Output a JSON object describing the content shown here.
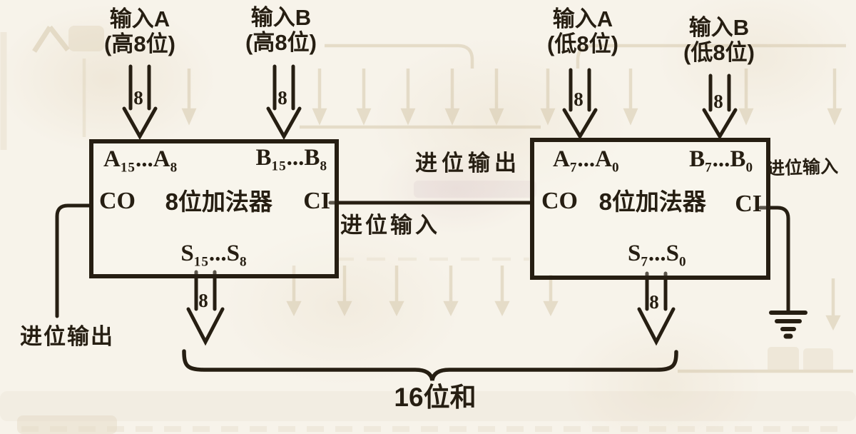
{
  "diagram_title": "16-bit adder from two cascaded 8-bit adders",
  "colors": {
    "ink": "#261e12",
    "paper": "#f7f3ea",
    "ghost_bleed": "#d3c4a6"
  },
  "inputs": [
    {
      "name": "输入A",
      "range": "(高8位)",
      "bus": "8"
    },
    {
      "name": "输入B",
      "range": "(高8位)",
      "bus": "8"
    },
    {
      "name": "输入A",
      "range": "(低8位)",
      "bus": "8"
    },
    {
      "name": "输入B",
      "range": "(低8位)",
      "bus": "8"
    }
  ],
  "adders": [
    {
      "pin_a": "A{15}...A{8}",
      "pin_b": "B{15}...B{8}",
      "carry_out_pin": "CO",
      "label": "8位加法器",
      "carry_in_pin": "CI",
      "pin_s": "S{15}...S{8}",
      "sum_bus": "8"
    },
    {
      "pin_a": "A{7}...A{0}",
      "pin_b": "B{7}...B{0}",
      "carry_out_pin": "CO",
      "label": "8位加法器",
      "carry_in_pin": "CI",
      "pin_s": "S{7}...S{0}",
      "sum_bus": "8"
    }
  ],
  "wires": {
    "carry_out_label_mid": "进位输出",
    "carry_in_label_mid": "进位输入",
    "carry_in_label_right": "进位输入",
    "carry_out_label_left": "进位输出"
  },
  "sum": {
    "label": "16位和"
  }
}
